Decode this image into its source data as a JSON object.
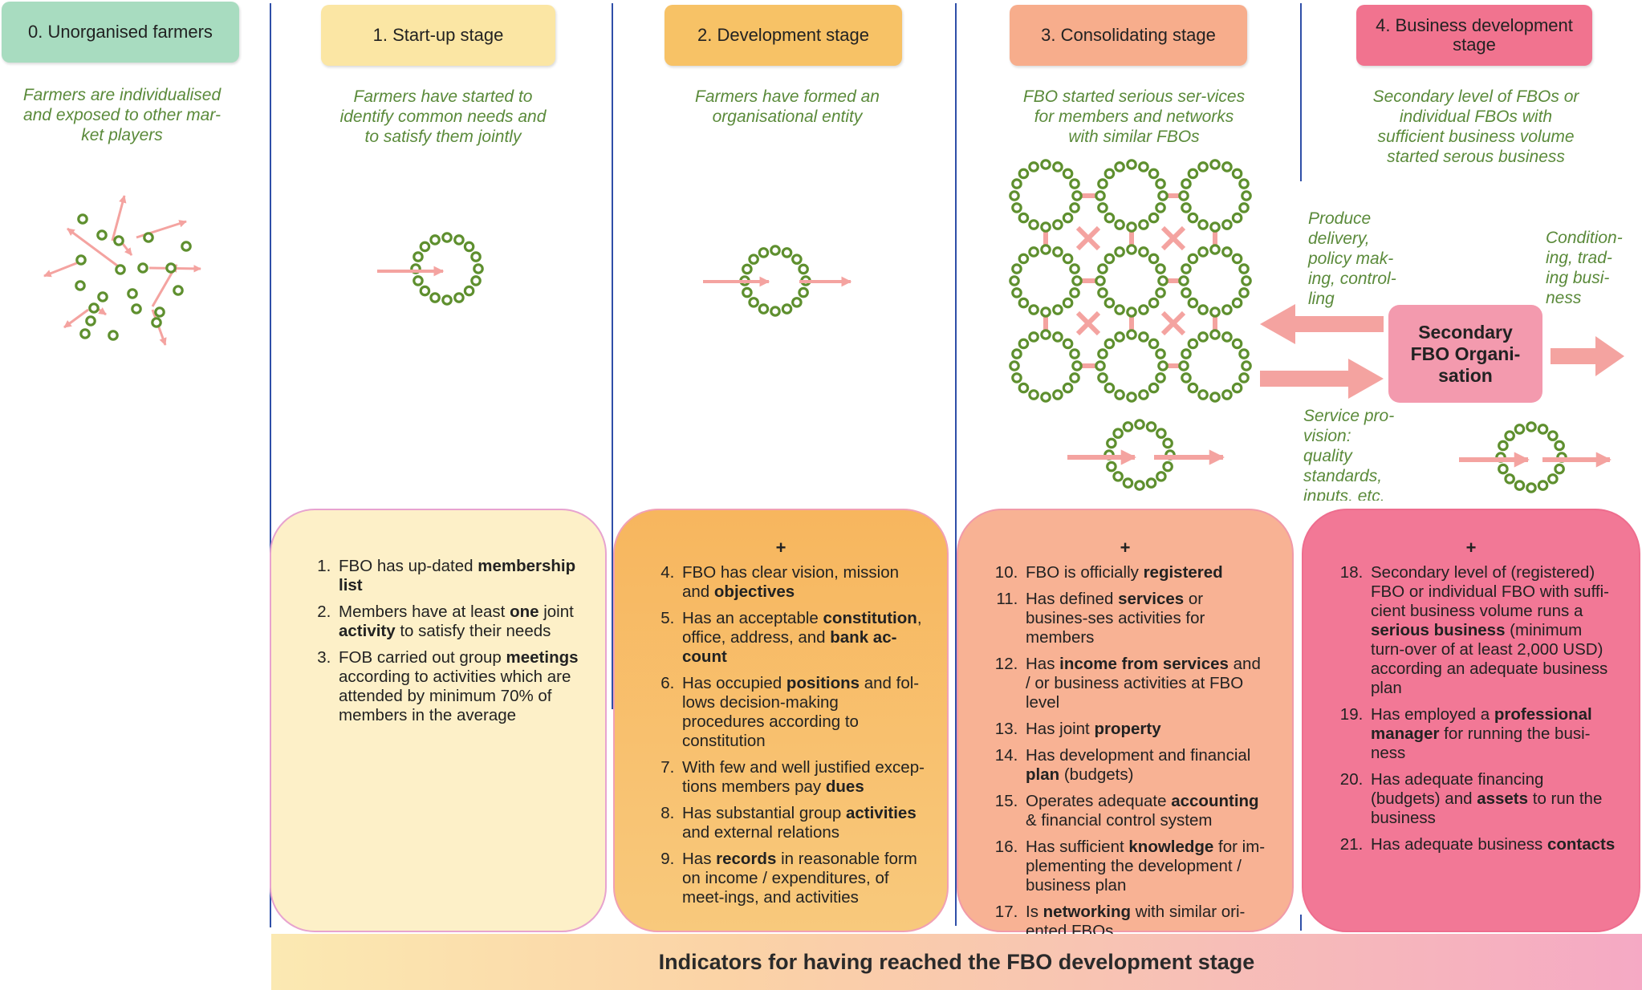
{
  "stages": [
    {
      "label": "0. Unorganised farmers",
      "color": "#a8dcc0",
      "description": "Farmers are individualised and exposed to other mar-ket players"
    },
    {
      "label": "1. Start-up stage",
      "color": "#fbe6a4",
      "description": "Farmers have started to identify common needs and to satisfy them jointly"
    },
    {
      "label": "2. Development stage",
      "color": "#f7c266",
      "description": "Farmers have formed an organisational entity"
    },
    {
      "label": "3. Consolidating stage",
      "color": "#f7ad8c",
      "description": "FBO started serious ser-vices for members and networks with similar FBOs"
    },
    {
      "label": "4. Business development stage",
      "color": "#f1738f",
      "description": "Secondary level of FBOs or individual FBOs with sufficient business volume started serous business"
    }
  ],
  "secondary_org": {
    "label": "Secondary FBO Organi-sation",
    "left_top_label": "Produce delivery, policy mak-ing, control-ling",
    "left_bottom_label": "Service pro-vision: quality standards, inputs, etc.",
    "right_label": "Condition-ing, trad-ing busi-ness"
  },
  "indicator_plus": "+",
  "indicators": {
    "stage1": [
      {
        "n": 1,
        "parts": [
          "FBO has up-dated ",
          "<b>membership list</b>"
        ]
      },
      {
        "n": 2,
        "parts": [
          "Members have at least ",
          "<b>one</b>",
          " joint ",
          "<b>activity</b>",
          " to satisfy their needs"
        ]
      },
      {
        "n": 3,
        "parts": [
          "FOB carried out group ",
          "<b>meetings</b>",
          " according to activities which are attended by minimum 70% of members in the average"
        ]
      }
    ],
    "stage2": [
      {
        "n": 4,
        "parts": [
          "FBO has clear vision, mission and ",
          "<b>objectives</b>"
        ]
      },
      {
        "n": 5,
        "parts": [
          "Has an acceptable ",
          "<b>constitution</b>",
          ", office, address, and ",
          "<b>bank ac-count</b>"
        ]
      },
      {
        "n": 6,
        "parts": [
          "Has occupied ",
          "<b>positions</b>",
          " and fol-lows decision-making procedures according to constitution"
        ]
      },
      {
        "n": 7,
        "parts": [
          "With few and well justified excep-tions members pay ",
          "<b>dues</b>"
        ]
      },
      {
        "n": 8,
        "parts": [
          "Has substantial group ",
          "<b>activities</b>",
          " and external relations"
        ]
      },
      {
        "n": 9,
        "parts": [
          "Has ",
          "<b>records</b>",
          " in reasonable form on income / expenditures, of meet-ings, and activities"
        ]
      }
    ],
    "stage3": [
      {
        "n": 10,
        "parts": [
          "FBO is officially ",
          "<b>registered</b>"
        ]
      },
      {
        "n": 11,
        "parts": [
          "Has defined ",
          "<b>services</b>",
          " or busines-ses activities for members"
        ]
      },
      {
        "n": 12,
        "parts": [
          "Has ",
          "<b>income from services</b>",
          " and / or business activities at FBO level"
        ]
      },
      {
        "n": 13,
        "parts": [
          "Has joint ",
          "<b>property</b>"
        ]
      },
      {
        "n": 14,
        "parts": [
          "Has development and financial ",
          "<b>plan</b>",
          " (budgets)"
        ]
      },
      {
        "n": 15,
        "parts": [
          "Operates adequate ",
          "<b>accounting</b>",
          " & financial control system"
        ]
      },
      {
        "n": 16,
        "parts": [
          "Has sufficient ",
          "<b>knowledge</b>",
          " for im-plementing the development / business plan"
        ]
      },
      {
        "n": 17,
        "parts": [
          "Is ",
          "<b>networking</b>",
          " with similar ori-ented FBOs"
        ]
      }
    ],
    "stage4": [
      {
        "n": 18,
        "parts": [
          "Secondary level of (registered) FBO or individual FBO with suffi-cient business volume runs a ",
          "<b>serious business</b>",
          " (minimum turn-over of at least 2,000 USD) according an adequate business plan"
        ]
      },
      {
        "n": 19,
        "parts": [
          "Has employed a ",
          "<b>professional manager</b>",
          " for running the busi-ness"
        ]
      },
      {
        "n": 20,
        "parts": [
          "Has adequate financing (budgets) and ",
          "<b>assets</b>",
          " to run the business"
        ]
      },
      {
        "n": 21,
        "parts": [
          "Has adequate business ",
          "<b>contacts</b>"
        ]
      }
    ]
  },
  "footer": "Indicators for having reached the FBO development stage",
  "colors": {
    "arrow": "#f4a3a0",
    "bead": "#5e8f2e",
    "divider": "#2f4fa8"
  }
}
